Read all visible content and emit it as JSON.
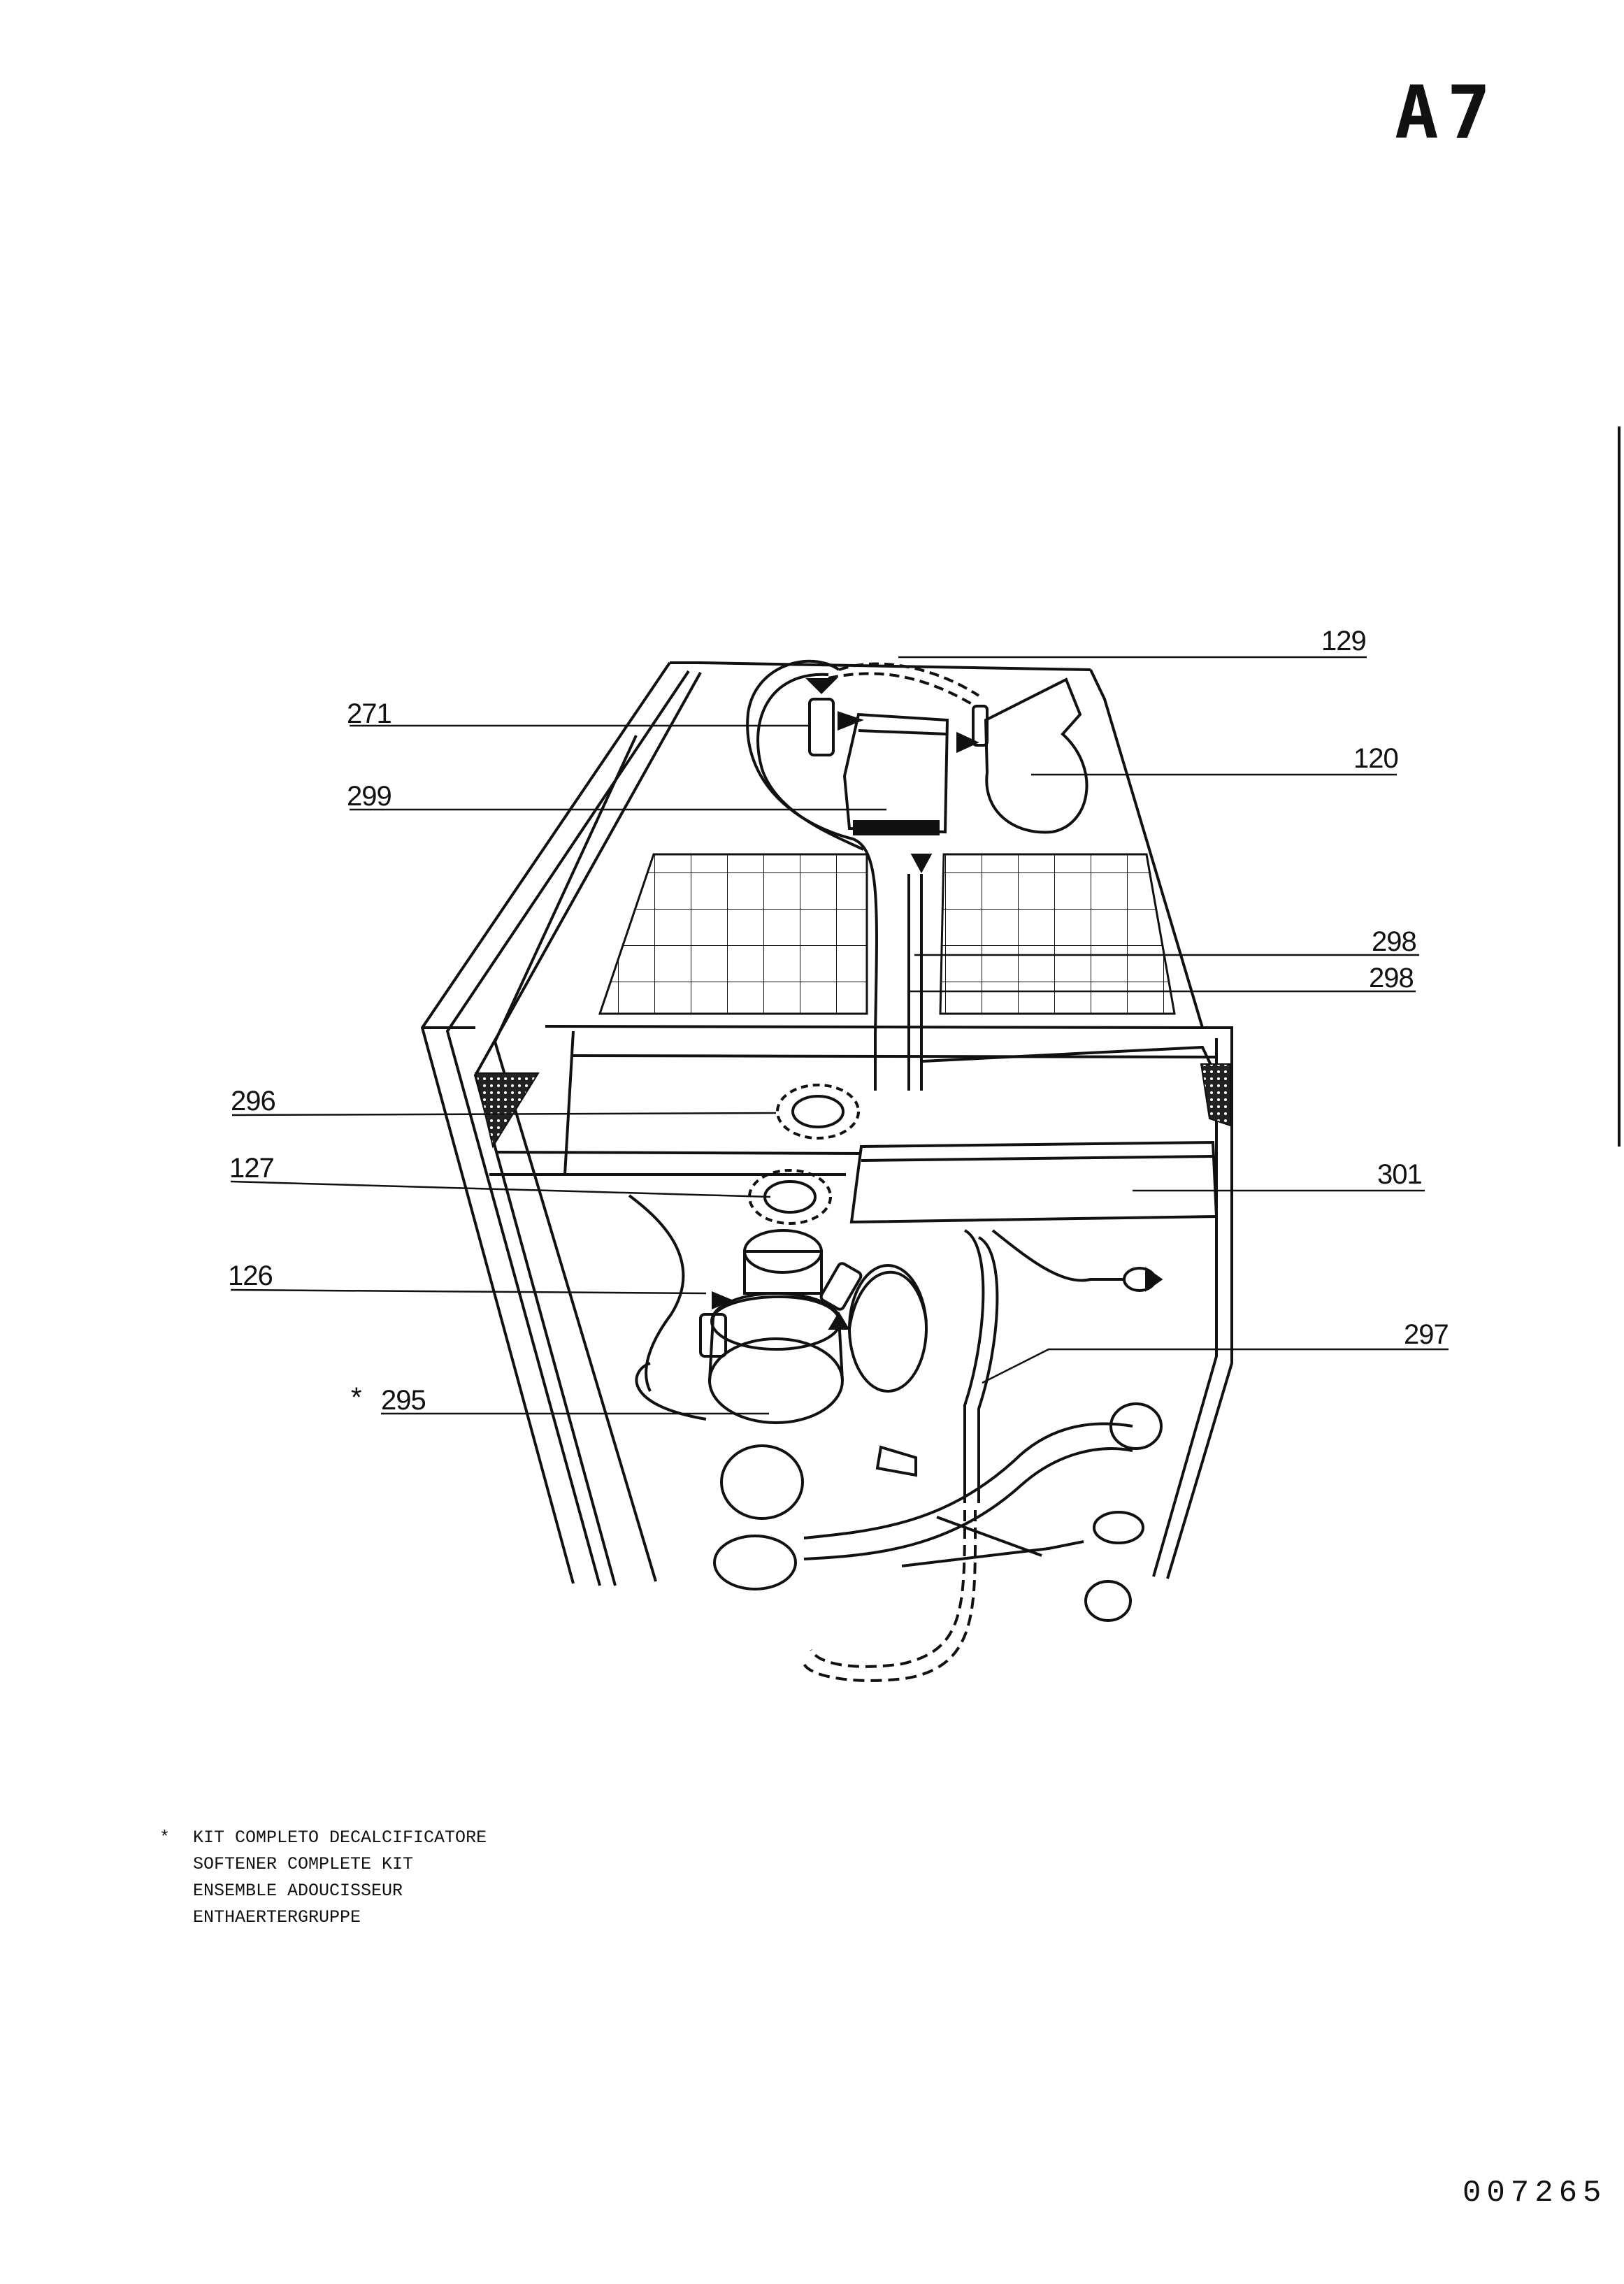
{
  "page": {
    "label": "A7",
    "document_number": "007265"
  },
  "callouts": {
    "c129": "129",
    "c271": "271",
    "c120": "120",
    "c299": "299",
    "c298a": "298",
    "c298b": "298",
    "c296": "296",
    "c127": "127",
    "c301": "301",
    "c126": "126",
    "c297": "297",
    "c295": "295",
    "c295_star": "*"
  },
  "kit_note": {
    "marker": "*",
    "lines": [
      "KIT COMPLETO DECALCIFICATORE",
      "SOFTENER COMPLETE KIT",
      "ENSEMBLE ADOUCISSEUR",
      "ENTHAERTERGRUPPE"
    ]
  },
  "colors": {
    "ink": "#111111",
    "paper": "#ffffff"
  }
}
